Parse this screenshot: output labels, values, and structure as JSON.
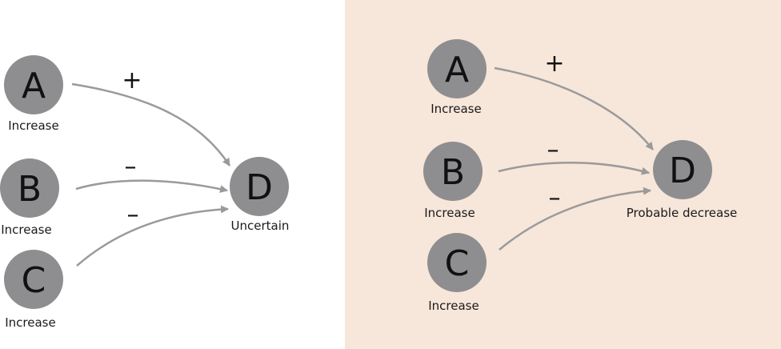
{
  "colors": {
    "right_panel_bg": "#f7e6da",
    "node_fill": "#8e8e90",
    "arrow_color": "#9a9a9a"
  },
  "left_diagram": {
    "nodes": {
      "a": {
        "letter": "A",
        "label": "Increase"
      },
      "b": {
        "letter": "B",
        "label": "Increase"
      },
      "c": {
        "letter": "C",
        "label": "Increase"
      },
      "d": {
        "letter": "D",
        "label": "Uncertain"
      }
    },
    "signs": {
      "a_to_d": "+",
      "b_to_d": "–",
      "c_to_d": "–"
    }
  },
  "right_diagram": {
    "nodes": {
      "a": {
        "letter": "A",
        "label": "Increase"
      },
      "b": {
        "letter": "B",
        "label": "Increase"
      },
      "c": {
        "letter": "C",
        "label": "Increase"
      },
      "d": {
        "letter": "D",
        "label": "Probable decrease"
      }
    },
    "signs": {
      "a_to_d": "+",
      "b_to_d": "–",
      "c_to_d": "–"
    }
  }
}
